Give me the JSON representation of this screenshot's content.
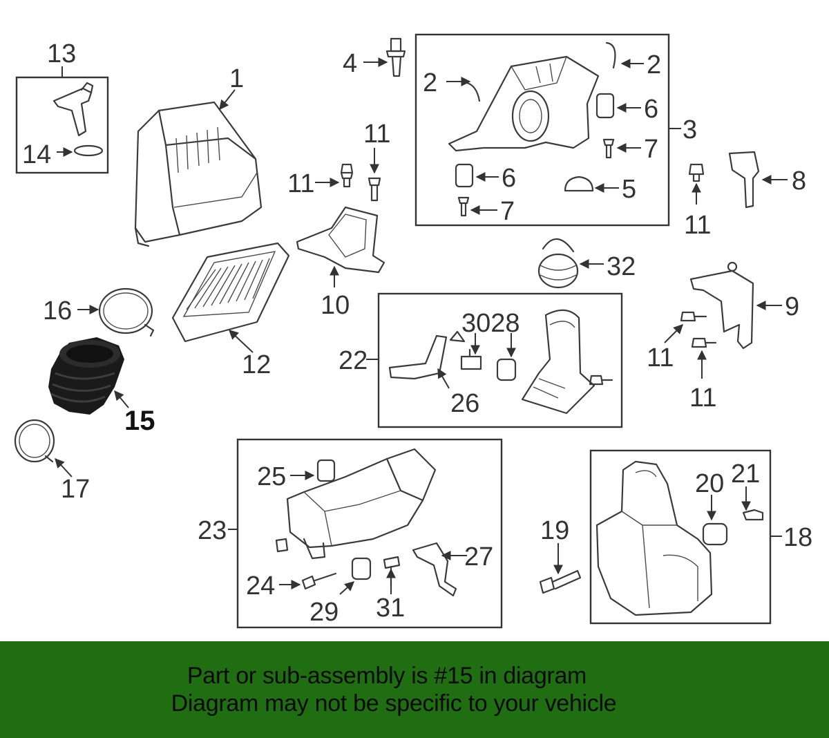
{
  "labels": {
    "p1": "1",
    "p2a": "2",
    "p2b": "2",
    "p3": "3",
    "p4": "4",
    "p5": "5",
    "p6a": "6",
    "p6b": "6",
    "p7a": "7",
    "p7b": "7",
    "p8": "8",
    "p9": "9",
    "p10": "10",
    "p11a": "11",
    "p11b": "11",
    "p11c": "11",
    "p11d": "11",
    "p11e": "11",
    "p12": "12",
    "p13": "13",
    "p14": "14",
    "p15": "15",
    "p16": "16",
    "p17": "17",
    "p18": "18",
    "p19": "19",
    "p20": "20",
    "p21": "21",
    "p22": "22",
    "p23": "23",
    "p24": "24",
    "p25": "25",
    "p26": "26",
    "p27": "27",
    "p29": "29",
    "p3028": "3028",
    "p31": "31",
    "p32": "32"
  },
  "highlight": {
    "part": "15",
    "color": "#1a1a1a"
  },
  "banner": {
    "line1": "Part or sub-assembly is #15 in diagram",
    "line2": "Diagram may not be specific to your vehicle",
    "color": "#1f6e12"
  }
}
